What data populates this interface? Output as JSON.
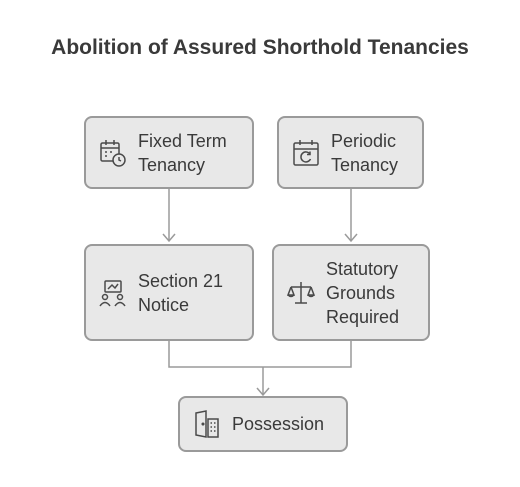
{
  "title": "Abolition of Assured Shorthold Tenancies",
  "nodes": {
    "fixed_term": {
      "lines": [
        "Fixed Term",
        "Tenancy"
      ],
      "icon": "calendar-clock-icon"
    },
    "periodic": {
      "lines": [
        "Periodic",
        "Tenancy"
      ],
      "icon": "calendar-refresh-icon"
    },
    "section21": {
      "lines": [
        "Section 21",
        "Notice"
      ],
      "icon": "presentation-people-icon"
    },
    "statutory": {
      "lines": [
        "Statutory",
        "Grounds",
        "Required"
      ],
      "icon": "scales-icon"
    },
    "possession": {
      "lines": [
        "Possession"
      ],
      "icon": "door-building-icon"
    }
  },
  "colors": {
    "node_fill": "#e8e8e8",
    "node_border": "#9a9a9a",
    "line": "#9a9a9a",
    "text": "#3a3a3a"
  }
}
